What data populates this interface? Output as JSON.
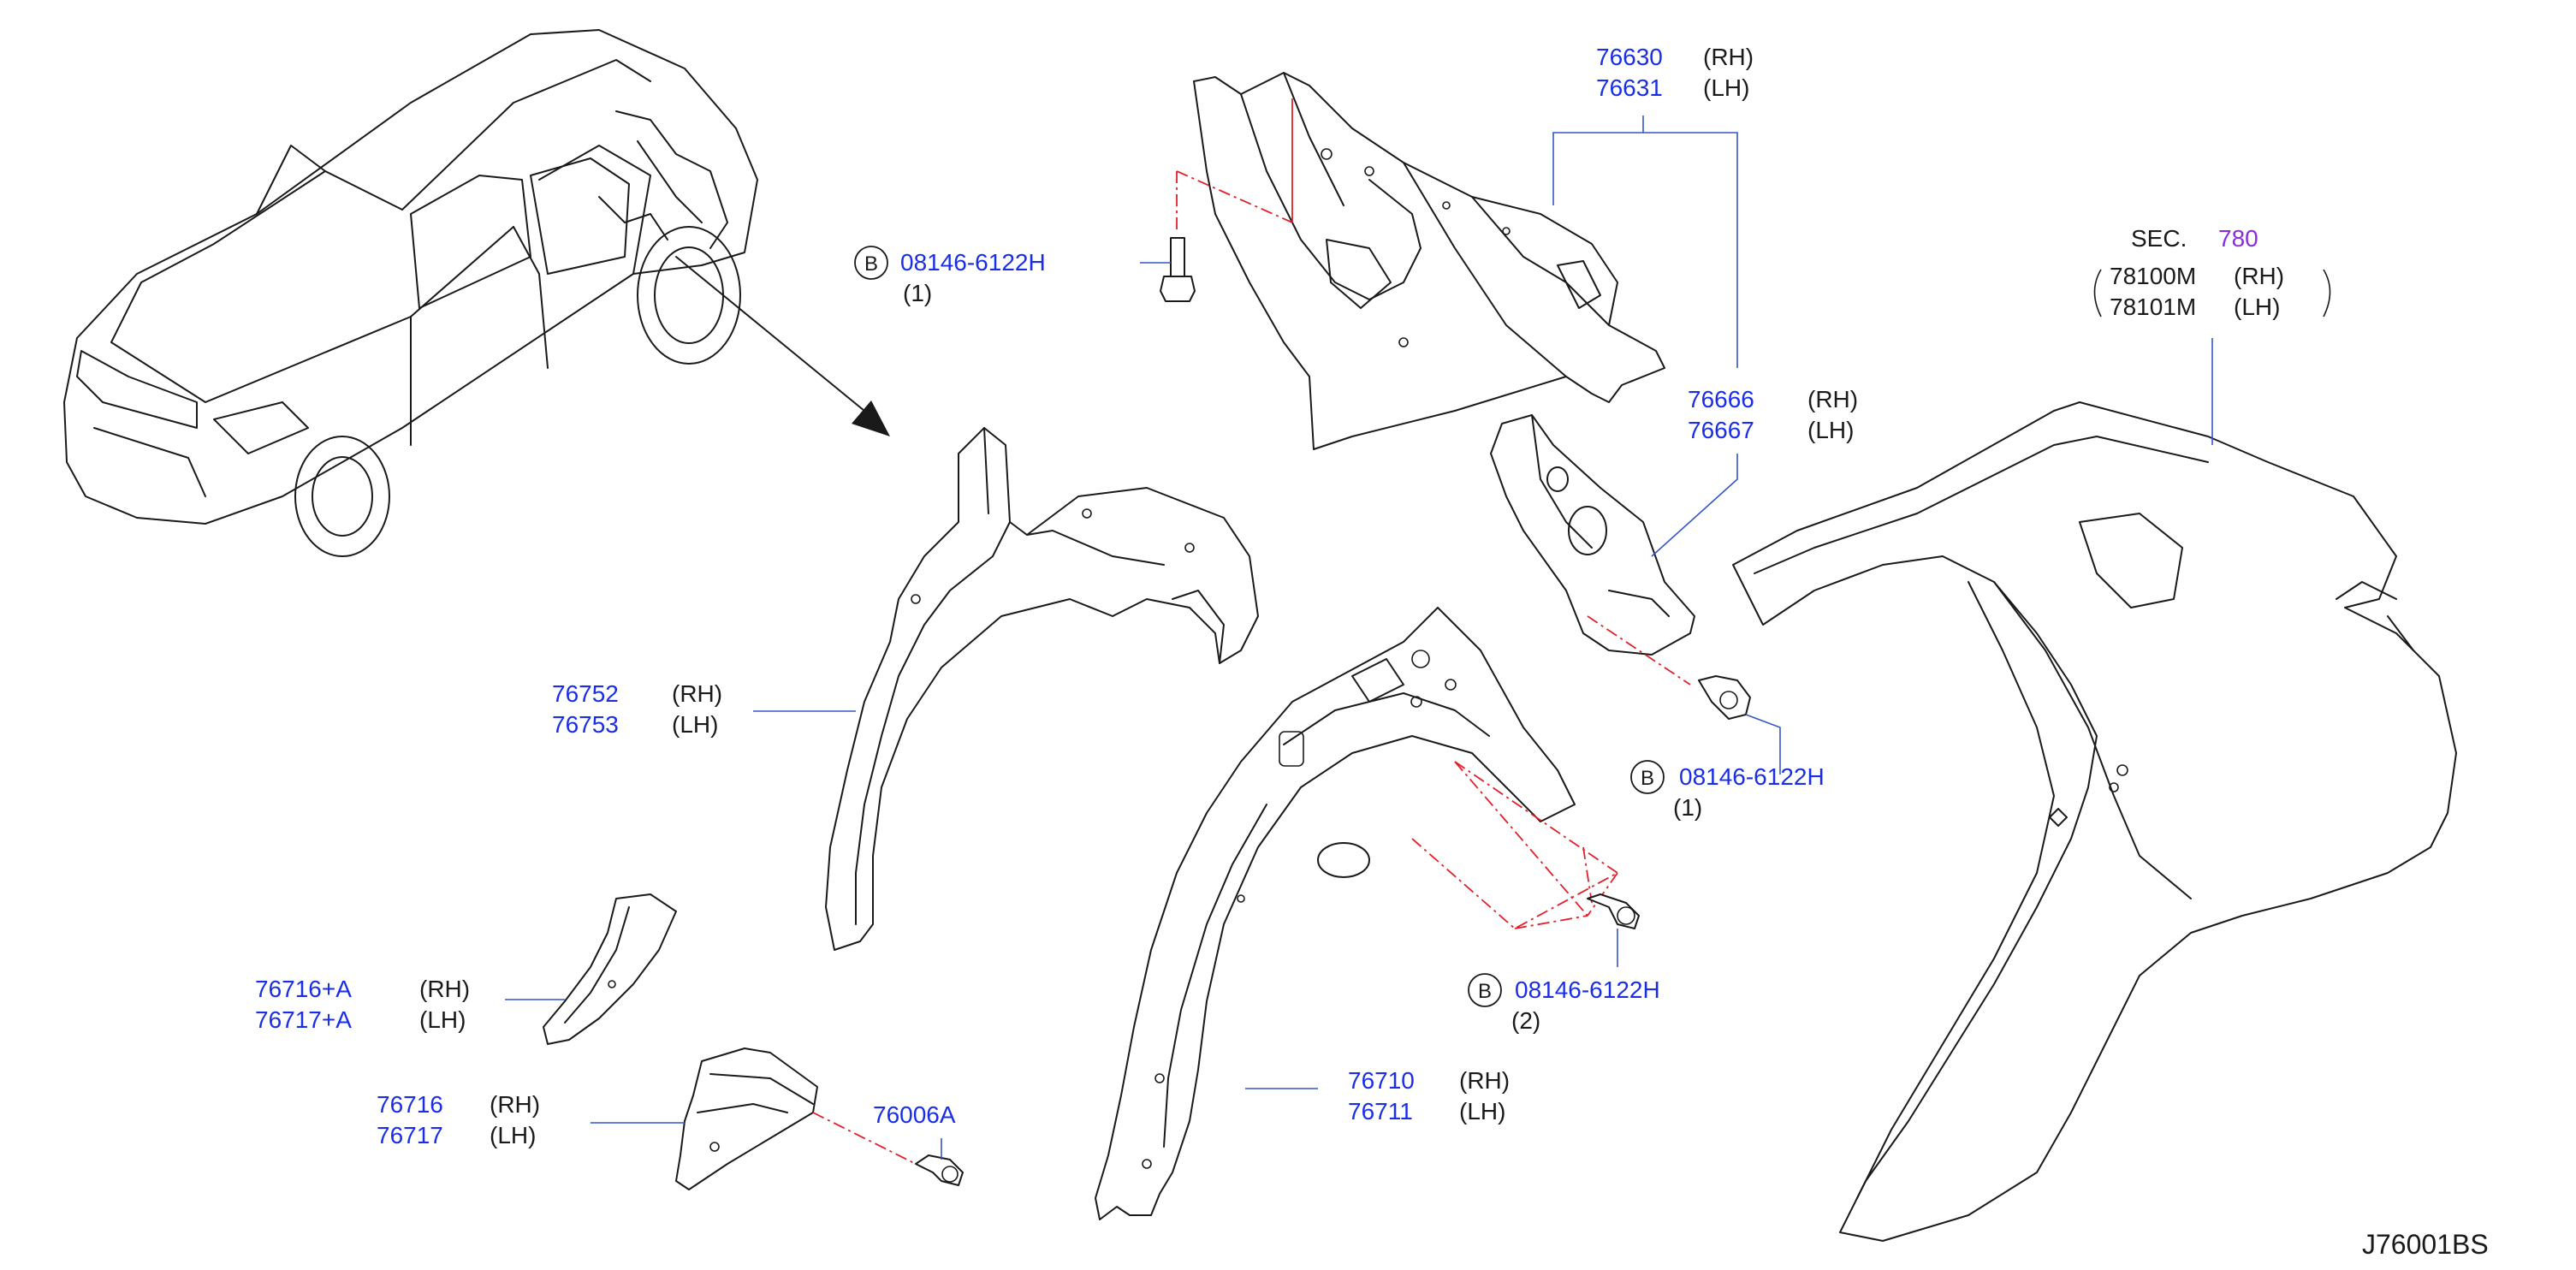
{
  "diagram_code": "J76001BS",
  "callouts": {
    "rear_pillar": {
      "rh": "76630",
      "lh": "76631",
      "rh_side": "(RH)",
      "lh_side": "(LH)"
    },
    "bracket": {
      "rh": "76666",
      "lh": "76667",
      "rh_side": "(RH)",
      "lh_side": "(LH)"
    },
    "wheel_house_outer": {
      "rh": "76752",
      "lh": "76753",
      "rh_side": "(RH)",
      "lh_side": "(LH)"
    },
    "wheel_house_inner": {
      "rh": "76710",
      "lh": "76711",
      "rh_side": "(RH)",
      "lh_side": "(LH)"
    },
    "extension_a": {
      "rh": "76716+A",
      "lh": "76717+A",
      "rh_side": "(RH)",
      "lh_side": "(LH)"
    },
    "extension": {
      "rh": "76716",
      "lh": "76717",
      "rh_side": "(RH)",
      "lh_side": "(LH)"
    },
    "bolt_small": {
      "part": "76006A"
    },
    "outer_panel": {
      "sec_label": "SEC.",
      "sec_number": "780",
      "rh": "78100M",
      "lh": "78101M",
      "rh_side": "(RH)",
      "lh_side": "(LH)"
    }
  },
  "bolts": [
    {
      "badge": "B",
      "part": "08146-6122H",
      "qty": "(1)"
    },
    {
      "badge": "B",
      "part": "08146-6122H",
      "qty": "(1)"
    },
    {
      "badge": "B",
      "part": "08146-6122H",
      "qty": "(2)"
    }
  ],
  "colors": {
    "part_number": "#1a2ee8",
    "section_ref": "#8a2be2",
    "leader_line": "#3355cc",
    "assembly_line": "#e0202a",
    "drawing": "#1a1a1a"
  }
}
